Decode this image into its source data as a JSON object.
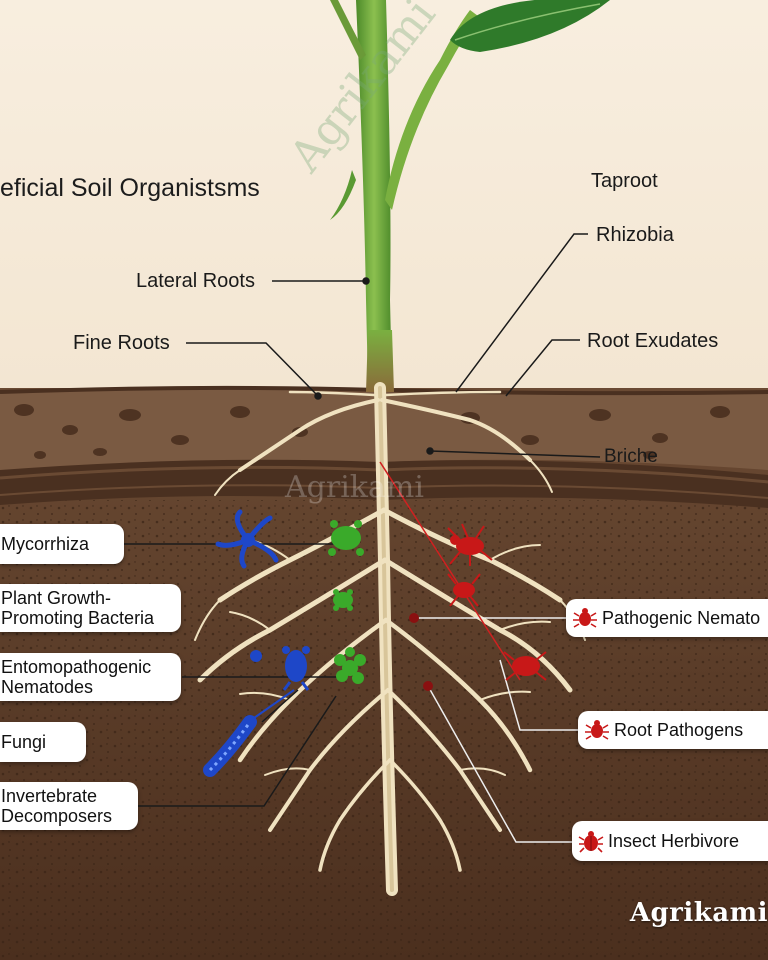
{
  "title": "eficial Soil Organistsms",
  "watermarks": {
    "sky": "Agrikami",
    "soil": "Agrikami"
  },
  "brand": "Agrikami",
  "above_labels": {
    "taproot": "Taproot",
    "rhizobia": "Rhizobia",
    "lateral_roots": "Lateral Roots",
    "fine_roots": "Fine Roots",
    "root_exudates": "Root Exudates",
    "briche": "Briche"
  },
  "left_labels": {
    "mycorrhiza": "Mycorrhiza",
    "pgpb_line1": "Plant Growth-",
    "pgpb_line2": "Promoting Bacteria",
    "epn_line1": "Entomopathogenic",
    "epn_line2": "Nematodes",
    "fungi": "Fungi",
    "invert_line1": "Invertebrate",
    "invert_line2": "Decomposers"
  },
  "right_labels": {
    "pathogenic_nematodes": "Pathogenic Nemato",
    "root_pathogens": "Root Pathogens",
    "insect_herbivores": "Insect Herbivore"
  },
  "colors": {
    "sky": "#f7eddd",
    "topsoil": "#6b4a34",
    "subsoil": "#5a3a25",
    "root": "#efe0bf",
    "stem": "#6aa03a",
    "leaf": "#2f7a2a",
    "beneficial": "#2a8a2a",
    "beneficial_blue": "#1e47c8",
    "harmful": "#c81818"
  },
  "icons": [
    "leaf-icon",
    "nematode-icon",
    "bacteria-icon",
    "fungi-icon",
    "millipede-icon",
    "mite-icon",
    "beetle-icon"
  ]
}
